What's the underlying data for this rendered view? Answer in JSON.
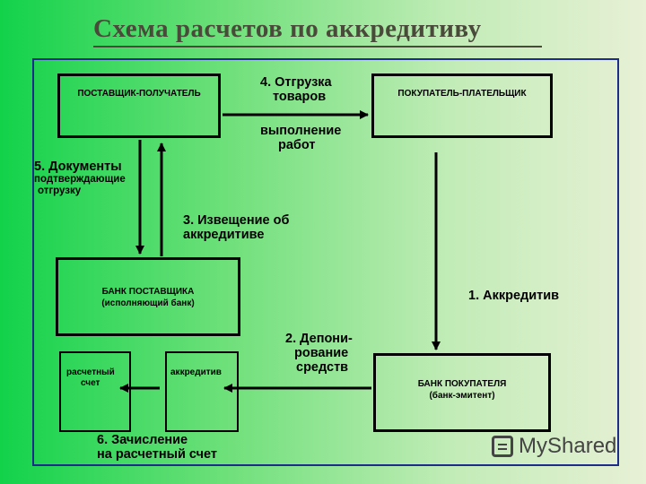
{
  "title": "Схема расчетов по аккредитиву",
  "boxes": {
    "supplier": "ПОСТАВЩИК-ПОЛУЧАТЕЛЬ",
    "buyer": "ПОКУПАТЕЛЬ-ПЛАТЕЛЬЩИК",
    "supplier_bank_line1": "БАНК ПОСТАВЩИКА",
    "supplier_bank_line2": "(исполняющий банк)",
    "buyer_bank_line1": "БАНК ПОКУПАТЕЛЯ",
    "buyer_bank_line2": "(банк-эмитент)",
    "settlement_account_line1": "расчетный",
    "settlement_account_line2": "счет",
    "letter_of_credit": "аккредитив"
  },
  "labels": {
    "step4_line1": "4. Отгрузка",
    "step4_line2": "товаров",
    "step4_line3": "выполнение",
    "step4_line4": "работ",
    "step5_line1": "5. Документы",
    "step5_line2": "подтверждающие",
    "step5_line3": "отгрузку",
    "step3_line1": "3. Извещение об",
    "step3_line2": "аккредитиве",
    "step1": "1. Аккредитив",
    "step2_line1": "2. Депони-",
    "step2_line2": "рование",
    "step2_line3": "средств",
    "step6_line1": "6. Зачисление",
    "step6_line2": "на расчетный счет"
  },
  "logo": {
    "icon": "myshared-logo-icon",
    "text": "MyShared"
  }
}
